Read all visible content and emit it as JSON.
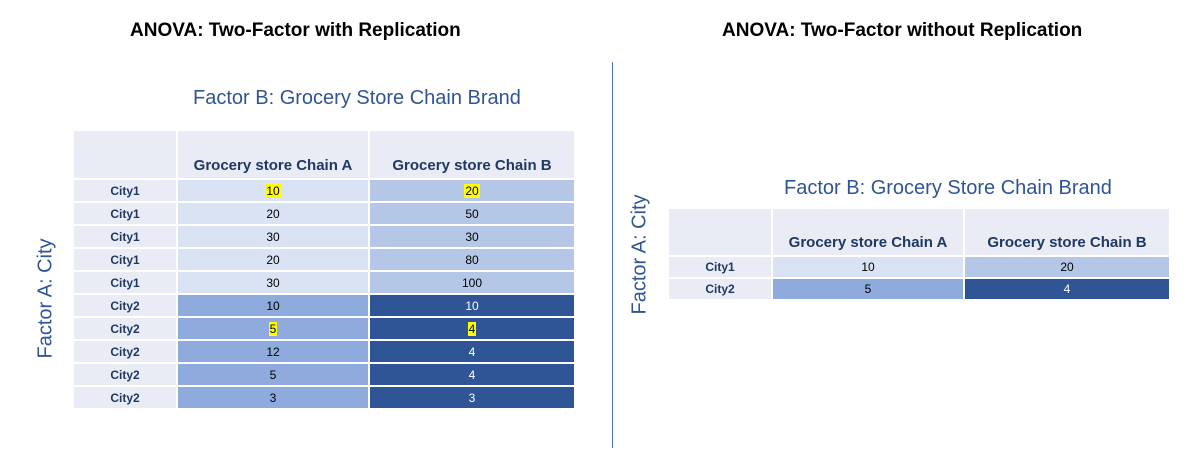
{
  "left": {
    "title": "ANOVA: Two-Factor with Replication",
    "factor_b_label": "Factor B: Grocery Store Chain Brand",
    "factor_a_label": "Factor A: City",
    "columns": [
      "",
      "Grocery store Chain A",
      "Grocery store Chain B"
    ],
    "rows": [
      {
        "city": "City1",
        "a": "10",
        "b": "20",
        "highlight": true
      },
      {
        "city": "City1",
        "a": "20",
        "b": "50",
        "highlight": false
      },
      {
        "city": "City1",
        "a": "30",
        "b": "30",
        "highlight": false
      },
      {
        "city": "City1",
        "a": "20",
        "b": "80",
        "highlight": false
      },
      {
        "city": "City1",
        "a": "30",
        "b": "100",
        "highlight": false
      },
      {
        "city": "City2",
        "a": "10",
        "b": "10",
        "highlight": false
      },
      {
        "city": "City2",
        "a": "5",
        "b": "4",
        "highlight": true
      },
      {
        "city": "City2",
        "a": "12",
        "b": "4",
        "highlight": false
      },
      {
        "city": "City2",
        "a": "5",
        "b": "4",
        "highlight": false
      },
      {
        "city": "City2",
        "a": "3",
        "b": "3",
        "highlight": false
      }
    ]
  },
  "right": {
    "title": "ANOVA: Two-Factor without Replication",
    "factor_b_label": "Factor B: Grocery Store Chain Brand",
    "factor_a_label": "Factor A: City",
    "columns": [
      "",
      "Grocery store Chain A",
      "Grocery store Chain B"
    ],
    "rows": [
      {
        "city": "City1",
        "a": "10",
        "b": "20"
      },
      {
        "city": "City2",
        "a": "5",
        "b": "4"
      }
    ]
  },
  "colors": {
    "header_bg": "#e9ebf5",
    "city1_chain_a": "#dae3f3",
    "city1_chain_b": "#b4c7e7",
    "city2_chain_a": "#8faadc",
    "city2_chain_b": "#2f5597",
    "highlight": "#ffff00",
    "label_blue": "#2f5597"
  }
}
